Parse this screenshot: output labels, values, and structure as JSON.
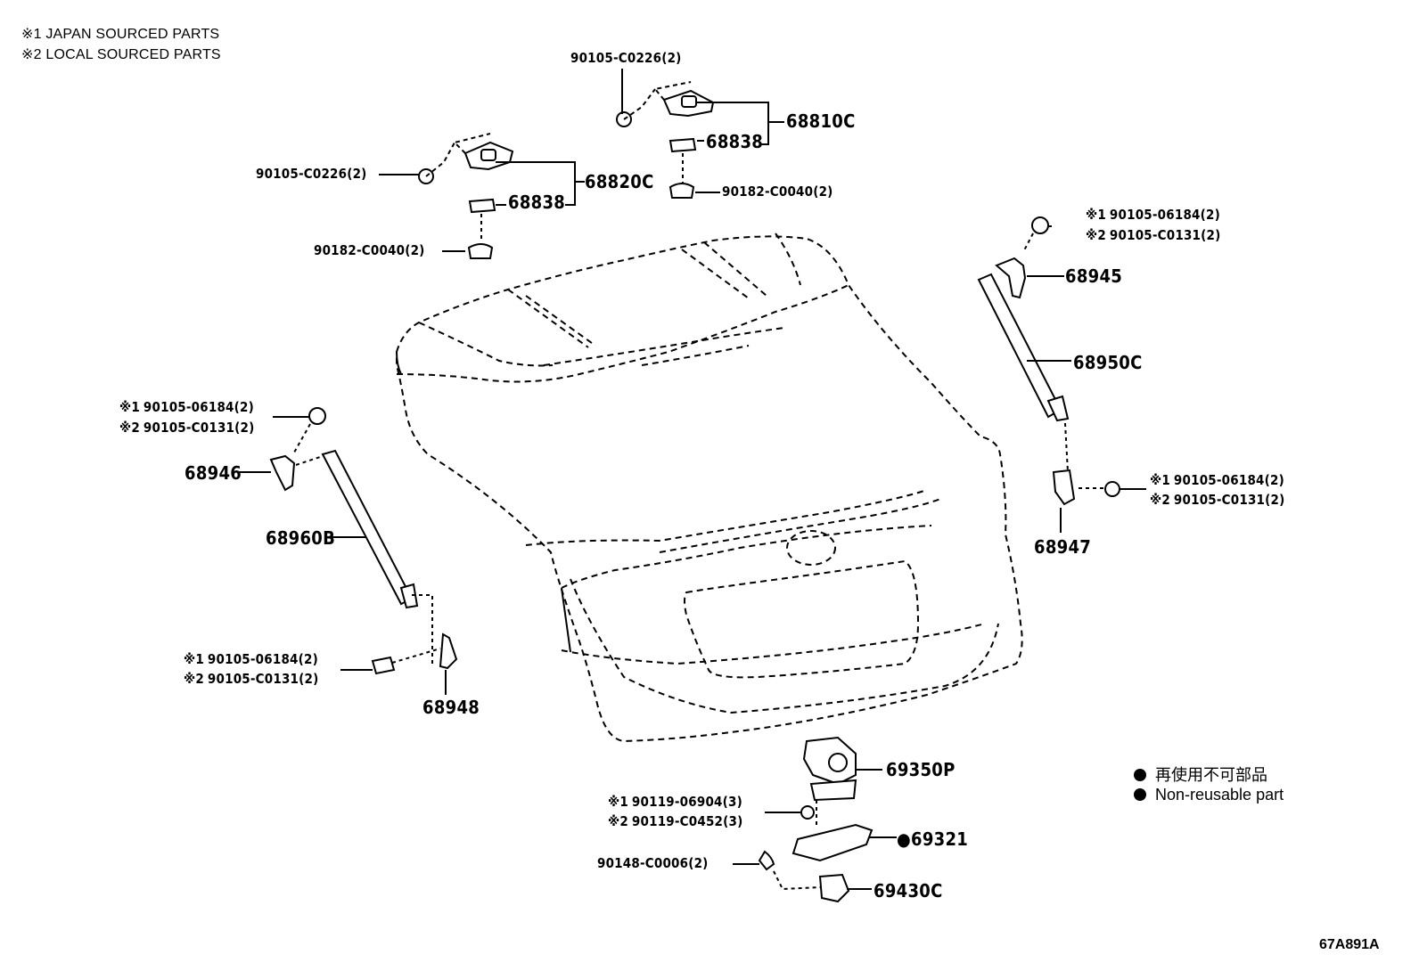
{
  "notes": {
    "japan": "※1 JAPAN SOURCED PARTS",
    "local": "※2 LOCAL SOURCED PARTS"
  },
  "marks": {
    "m1": "※1",
    "m2": "※2"
  },
  "parts": {
    "p68810c": "68810C",
    "p68820c": "68820C",
    "p68838_right": "68838",
    "p68838_left": "68838",
    "bolt_0226_right": "90105-C0226(2)",
    "bolt_0226_left": "90105-C0226(2)",
    "nut_0040_right": "90182-C0040(2)",
    "nut_0040_left": "90182-C0040(2)",
    "p68945": "68945",
    "p68950c": "68950C",
    "p68946": "68946",
    "p68960b": "68960B",
    "p68947": "68947",
    "p68948": "68948",
    "p69350p": "69350P",
    "p69321": "●69321",
    "p69430c": "69430C",
    "screw_0006": "90148-C0006(2)",
    "tr_bolt_a": "90105-06184(2)",
    "tr_bolt_b": "90105-C0131(2)",
    "ul_bolt_a": "90105-06184(2)",
    "ul_bolt_b": "90105-C0131(2)",
    "rm_bolt_a": "90105-06184(2)",
    "rm_bolt_b": "90105-C0131(2)",
    "ll_bolt_a": "90105-06184(2)",
    "ll_bolt_b": "90105-C0131(2)",
    "lock_bolt_a": "90119-06904(3)",
    "lock_bolt_b": "90119-C0452(3)"
  },
  "legend": {
    "jp": "再使用不可部品",
    "en": "Non-reusable part"
  },
  "code": "67A891A"
}
